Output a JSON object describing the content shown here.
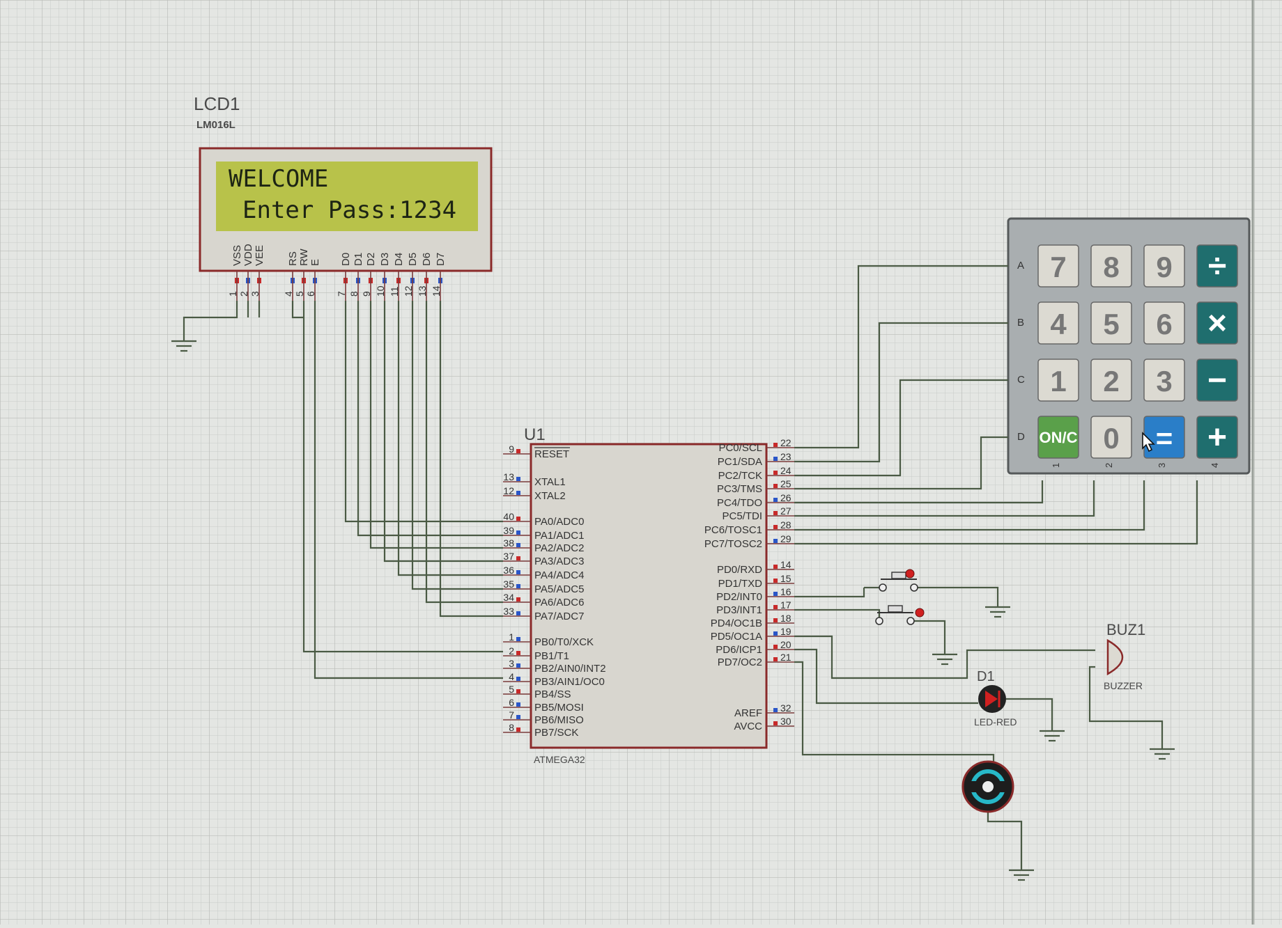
{
  "lcd": {
    "ref": "LCD1",
    "model": "LM016L",
    "line1": "WELCOME",
    "line2": "Enter Pass:1234",
    "pins": [
      {
        "label": "VSS",
        "num": "1"
      },
      {
        "label": "VDD",
        "num": "2"
      },
      {
        "label": "VEE",
        "num": "3"
      },
      {
        "label": "RS",
        "num": "4"
      },
      {
        "label": "RW",
        "num": "5"
      },
      {
        "label": "E",
        "num": "6"
      },
      {
        "label": "D0",
        "num": "7"
      },
      {
        "label": "D1",
        "num": "8"
      },
      {
        "label": "D2",
        "num": "9"
      },
      {
        "label": "D3",
        "num": "10"
      },
      {
        "label": "D4",
        "num": "11"
      },
      {
        "label": "D5",
        "num": "12"
      },
      {
        "label": "D6",
        "num": "13"
      },
      {
        "label": "D7",
        "num": "14"
      }
    ]
  },
  "mcu": {
    "ref": "U1",
    "model": "ATMEGA32",
    "left_pins": [
      {
        "num": "9",
        "label": "RESET"
      },
      {
        "num": "13",
        "label": "XTAL1"
      },
      {
        "num": "12",
        "label": "XTAL2"
      },
      {
        "num": "40",
        "label": "PA0/ADC0"
      },
      {
        "num": "39",
        "label": "PA1/ADC1"
      },
      {
        "num": "38",
        "label": "PA2/ADC2"
      },
      {
        "num": "37",
        "label": "PA3/ADC3"
      },
      {
        "num": "36",
        "label": "PA4/ADC4"
      },
      {
        "num": "35",
        "label": "PA5/ADC5"
      },
      {
        "num": "34",
        "label": "PA6/ADC6"
      },
      {
        "num": "33",
        "label": "PA7/ADC7"
      },
      {
        "num": "1",
        "label": "PB0/T0/XCK"
      },
      {
        "num": "2",
        "label": "PB1/T1"
      },
      {
        "num": "3",
        "label": "PB2/AIN0/INT2"
      },
      {
        "num": "4",
        "label": "PB3/AIN1/OC0"
      },
      {
        "num": "5",
        "label": "PB4/SS"
      },
      {
        "num": "6",
        "label": "PB5/MOSI"
      },
      {
        "num": "7",
        "label": "PB6/MISO"
      },
      {
        "num": "8",
        "label": "PB7/SCK"
      }
    ],
    "right_pins": [
      {
        "num": "22",
        "label": "PC0/SCL"
      },
      {
        "num": "23",
        "label": "PC1/SDA"
      },
      {
        "num": "24",
        "label": "PC2/TCK"
      },
      {
        "num": "25",
        "label": "PC3/TMS"
      },
      {
        "num": "26",
        "label": "PC4/TDO"
      },
      {
        "num": "27",
        "label": "PC5/TDI"
      },
      {
        "num": "28",
        "label": "PC6/TOSC1"
      },
      {
        "num": "29",
        "label": "PC7/TOSC2"
      },
      {
        "num": "14",
        "label": "PD0/RXD"
      },
      {
        "num": "15",
        "label": "PD1/TXD"
      },
      {
        "num": "16",
        "label": "PD2/INT0"
      },
      {
        "num": "17",
        "label": "PD3/INT1"
      },
      {
        "num": "18",
        "label": "PD4/OC1B"
      },
      {
        "num": "19",
        "label": "PD5/OC1A"
      },
      {
        "num": "20",
        "label": "PD6/ICP1"
      },
      {
        "num": "21",
        "label": "PD7/OC2"
      },
      {
        "num": "32",
        "label": "AREF"
      },
      {
        "num": "30",
        "label": "AVCC"
      }
    ]
  },
  "keypad": {
    "rows": [
      "A",
      "B",
      "C",
      "D"
    ],
    "cols": [
      "1",
      "2",
      "3",
      "4"
    ],
    "keys": [
      [
        "7",
        "8",
        "9",
        "÷"
      ],
      [
        "4",
        "5",
        "6",
        "×"
      ],
      [
        "1",
        "2",
        "3",
        "−"
      ],
      [
        "ON/C",
        "0",
        "=",
        "+"
      ]
    ]
  },
  "buzzer": {
    "ref": "BUZ1",
    "label": "BUZZER"
  },
  "led": {
    "ref": "D1",
    "label": "LED-RED"
  },
  "colors": {
    "lcd_bg": "#b8c24a",
    "lcd_text": "#1d2414",
    "chip_border": "#8a2a2a",
    "wire": "#4a5a44",
    "teal_key": "#1f6e6e",
    "green_key": "#5aa04a",
    "blue_key": "#2a7ec8",
    "led_red": "#d02020"
  }
}
